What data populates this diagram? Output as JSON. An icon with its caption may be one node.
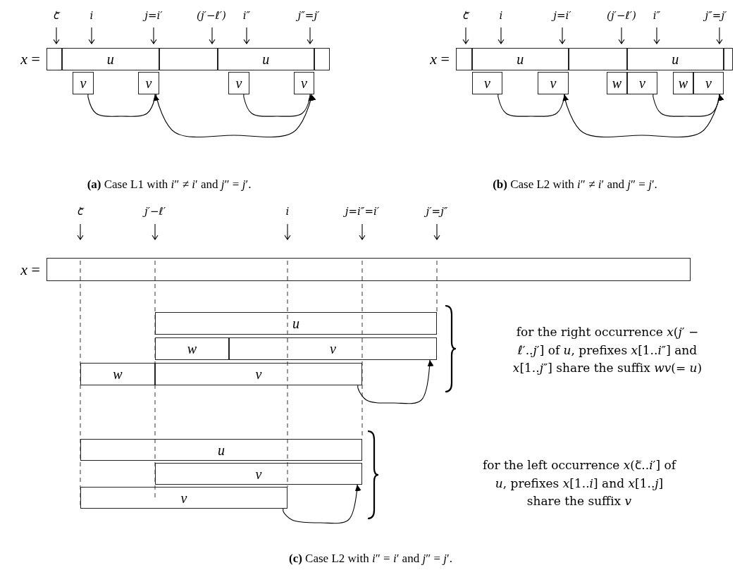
{
  "diagram": {
    "nodes": [
      {
        "text": [],
        "shape": "box",
        "beside": [
          "*x* ="
        ]
      },
      {
        "text": [],
        "shape": "box",
        "in": 0
      },
      {
        "text": [
          "u"
        ],
        "in": 0
      },
      {
        "text": [],
        "shape": "box",
        "in": 0
      },
      {
        "text": [
          "u"
        ],
        "in": 0
      },
      {
        "text": [],
        "shape": "box",
        "in": 0
      },
      {
        "text": [
          "v"
        ]
      },
      {
        "text": [
          "v"
        ]
      },
      {
        "text": [
          "v"
        ]
      },
      {
        "text": [
          "v"
        ]
      },
      {
        "text": [],
        "shape": "box",
        "beside": [
          "*x* ="
        ]
      },
      {
        "text": [],
        "shape": "box",
        "in": 10
      },
      {
        "text": [
          "u"
        ],
        "in": 10
      },
      {
        "text": [],
        "shape": "box",
        "in": 10
      },
      {
        "text": [
          "u"
        ],
        "in": 10
      },
      {
        "text": [],
        "shape": "box",
        "in": 10
      },
      {
        "text": [
          "v"
        ]
      },
      {
        "text": [
          "v"
        ]
      },
      {
        "text": [
          "w"
        ]
      },
      {
        "text": [
          "v"
        ]
      },
      {
        "text": [
          "w"
        ]
      },
      {
        "text": [
          "v"
        ]
      },
      {
        "text": [],
        "shape": "box",
        "beside": [
          "*x* ="
        ]
      },
      {
        "text": [
          "u"
        ]
      },
      {
        "text": [
          "w"
        ]
      },
      {
        "text": [
          "v"
        ]
      },
      {
        "text": [
          "w"
        ]
      },
      {
        "text": [
          "v"
        ]
      },
      {
        "text": [
          "u"
        ]
      },
      {
        "text": [
          "v"
        ]
      },
      {
        "text": [
          "v"
        ]
      }
    ],
    "edges": [
      {
        "from": 6,
        "to": 7,
        "arrow": "to"
      },
      {
        "from": 8,
        "to": 9,
        "arrow": "to"
      },
      {
        "from": 7,
        "to": 9,
        "arrow": "to"
      },
      {
        "from": 16,
        "to": 17,
        "arrow": "to"
      },
      {
        "from": 19,
        "to": 21,
        "arrow": "to"
      },
      {
        "from": 17,
        "to": 21,
        "arrow": "to"
      },
      {
        "from": 27,
        "to": 25,
        "arrow": "to"
      },
      {
        "from": 30,
        "to": 29,
        "arrow": "to"
      }
    ],
    "labels": [
      "c⃖",
      "i",
      "j=i′",
      "(j′−ℓ′)",
      "i″",
      "j″=j′",
      "c⃖",
      "i",
      "j=i′",
      "(j′−ℓ′)",
      "i″",
      "j″=j′",
      "**(a)** Case L1 with *i*″ ≠ *i*′ and *j*″ = *j*′.",
      "**(b)** Case L2 with *i*″ ≠ *i*′ and *j*″ = *j*′.",
      "c⃖",
      "j′−ℓ′",
      "i",
      "j=i″=i′",
      "j′=j″",
      "for the right occurrence *x*(*j*′ − *ℓ*′..*j*′] of *u*, prefixes *x*[1..*i*″] and *x*[1..*j*″] share the suffix *wv*(= *u*)",
      "for the left occurrence *x*(c⃖..*i*′] of *u*, prefixes *x*[1..*i*] and *x*[1..*j*] share the suffix *v*",
      "**(c)** Case L2 with *i*″ = *i*′ and *j*″ = *j*′."
    ]
  }
}
